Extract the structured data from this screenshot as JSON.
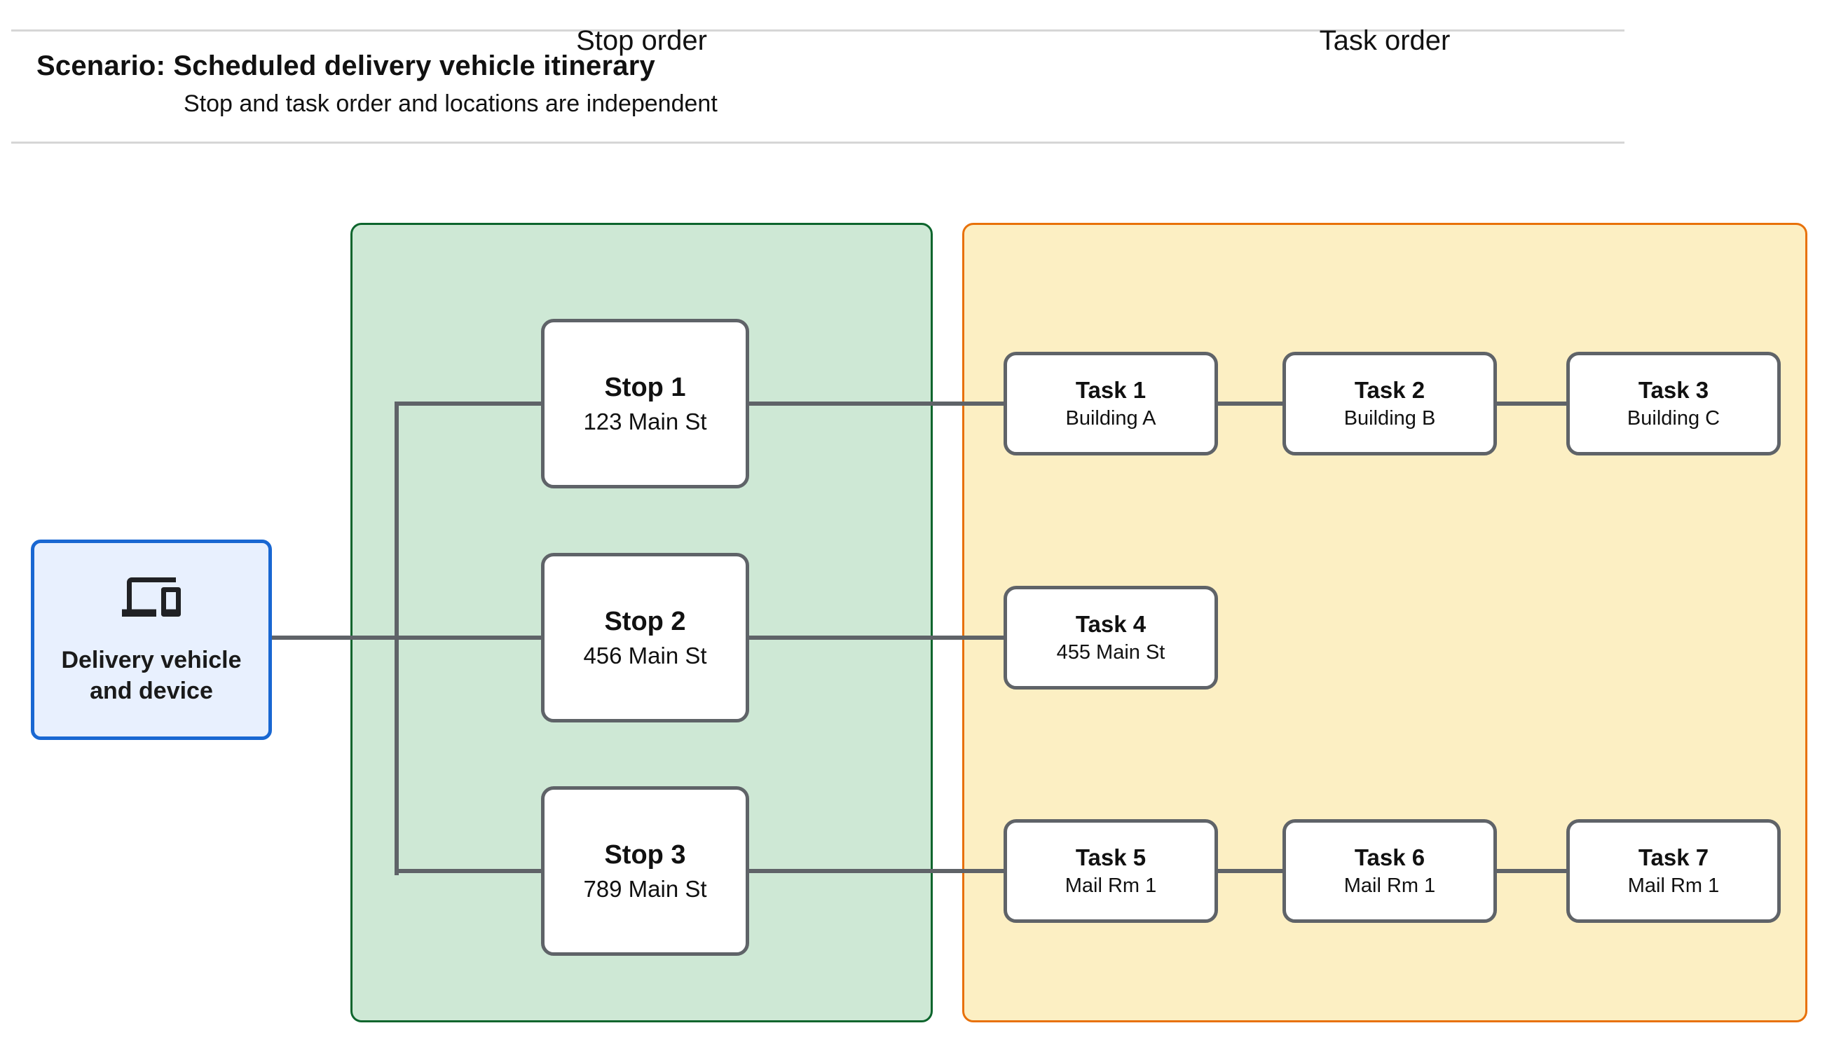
{
  "header": {
    "title": "Scenario: Scheduled delivery vehicle itinerary",
    "subtitle": "Stop and task order and locations are independent"
  },
  "device_node": {
    "label": "Delivery vehicle and device",
    "icon": "devices-icon"
  },
  "stop_panel": {
    "title": "Stop order",
    "stops": [
      {
        "title": "Stop 1",
        "location": "123 Main St"
      },
      {
        "title": "Stop 2",
        "location": "456 Main St"
      },
      {
        "title": "Stop 3",
        "location": "789 Main St"
      }
    ]
  },
  "task_panel": {
    "title": "Task order",
    "tasks": [
      {
        "title": "Task 1",
        "location": "Building A"
      },
      {
        "title": "Task 2",
        "location": "Building B"
      },
      {
        "title": "Task 3",
        "location": "Building C"
      },
      {
        "title": "Task 4",
        "location": "455 Main St"
      },
      {
        "title": "Task 5",
        "location": "Mail Rm 1"
      },
      {
        "title": "Task 6",
        "location": "Mail Rm 1"
      },
      {
        "title": "Task 7",
        "location": "Mail Rm 1"
      }
    ]
  },
  "colors": {
    "stop_panel_fill": "#cee8d5",
    "stop_panel_border": "#0d652d",
    "task_panel_fill": "#fcefc3",
    "task_panel_border": "#e8710a",
    "device_fill": "#e8f0fe",
    "device_border": "#1967d2",
    "node_border": "#5f6368",
    "connector": "#5f6368",
    "divider": "#d6d6d6"
  }
}
